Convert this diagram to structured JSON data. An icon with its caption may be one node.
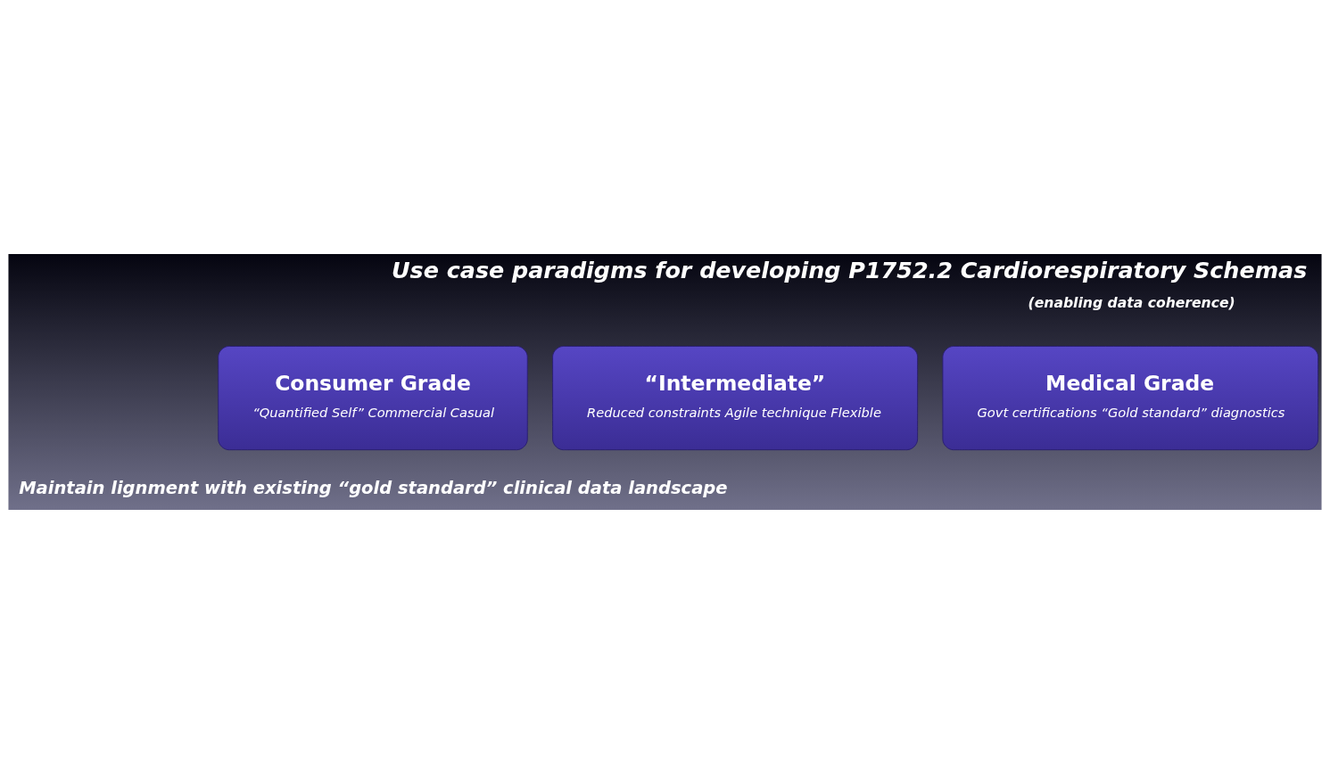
{
  "diagram": {
    "title": "Use case paradigms for developing P1752.2 Cardiorespiratory Schemas",
    "nodes": [
      {
        "text": [
          "Consumer Grade",
          "“Quantified Self” Commercial Casual"
        ]
      },
      {
        "text": [
          "“Intermediate”",
          "Reduced constraints Agile technique Flexible"
        ]
      },
      {
        "text": [
          "Medical Grade",
          "Govt certifications “Gold standard” diagnostics"
        ]
      }
    ],
    "labels": [
      "(enabling data coherence)",
      "Maintain lignment with existing “gold standard” clinical data landscape"
    ]
  }
}
